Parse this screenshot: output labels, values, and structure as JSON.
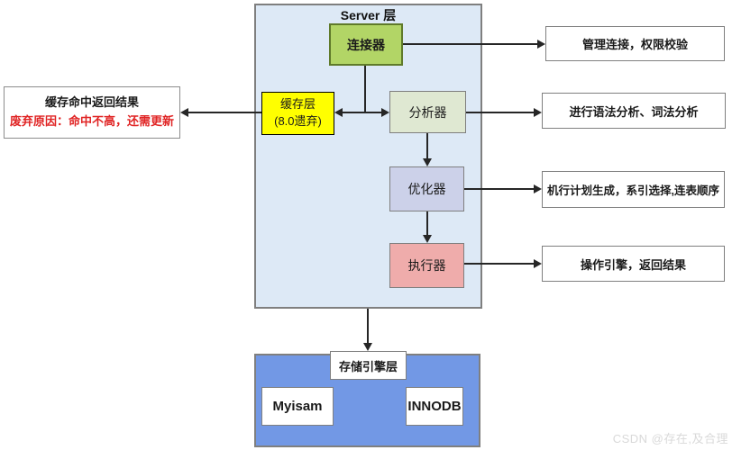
{
  "diagram_title": "Server 层",
  "colors": {
    "server_layer_bg": "#dde9f6",
    "connector_bg": "#b2d566",
    "connector_border": "#5f7a2a",
    "cache_bg": "#ffff00",
    "analyzer_bg": "#dfe8d2",
    "optimizer_bg": "#ccd1e9",
    "executor_bg": "#efacab",
    "storage_layer_bg": "#7298e5",
    "box_border": "#7f7f7f",
    "deprecated_text": "#e02424",
    "watermark_text": "#d9d9d9"
  },
  "server_layer": {
    "title": "Server 层",
    "connector_label": "连接器",
    "cache_label_line1": "缓存层",
    "cache_label_line2": "(8.0遗弃)",
    "analyzer_label": "分析器",
    "optimizer_label": "优化器",
    "executor_label": "执行器"
  },
  "cache_note": {
    "line1": "缓存命中返回结果",
    "line2": "废弃原因：命中不高，还需更新"
  },
  "annotations": [
    {
      "label": "管理连接，权限校验"
    },
    {
      "label": "进行语法分析、词法分析"
    },
    {
      "label": "机行计划生成，系引选择,连表顺序"
    },
    {
      "label": "操作引擎，返回结果"
    }
  ],
  "storage_layer": {
    "title": "存储引擎层",
    "engine1": "Myisam",
    "engine2": "INNODB"
  },
  "watermark": "CSDN @存在,及合理"
}
